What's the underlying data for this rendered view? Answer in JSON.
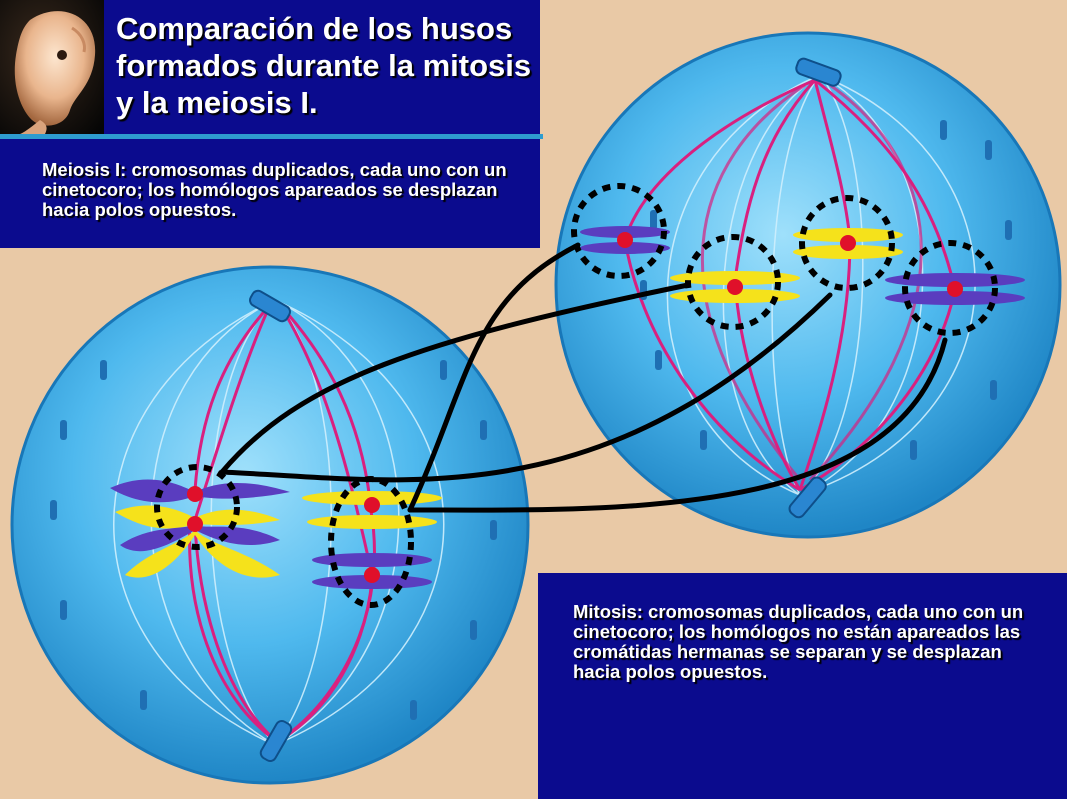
{
  "title": "Comparación de los husos formados durante la mitosis y la meiosis I.",
  "meiosis_caption": "Meiosis I: cromosomas duplicados, cada uno con un cinetocoro; los homólogos apareados se desplazan hacia polos opuestos.",
  "mitosis_caption": "Mitosis: cromosomas duplicados, cada uno con un cinetocoro; los homólogos no están apareados las cromátidas hermanas se separan y se desplazan hacia polos opuestos.",
  "colors": {
    "title_background": "#0b0b8e",
    "title_text": "#ffffff",
    "cell": "#3ab0ea",
    "spindle": "#d9207f",
    "chromosome_purple": "#5a3dbf",
    "chromosome_yellow": "#f5e21b",
    "kinetochore": "#e0102a"
  },
  "icons": [
    "embryo-photo",
    "centrosome-icon"
  ]
}
